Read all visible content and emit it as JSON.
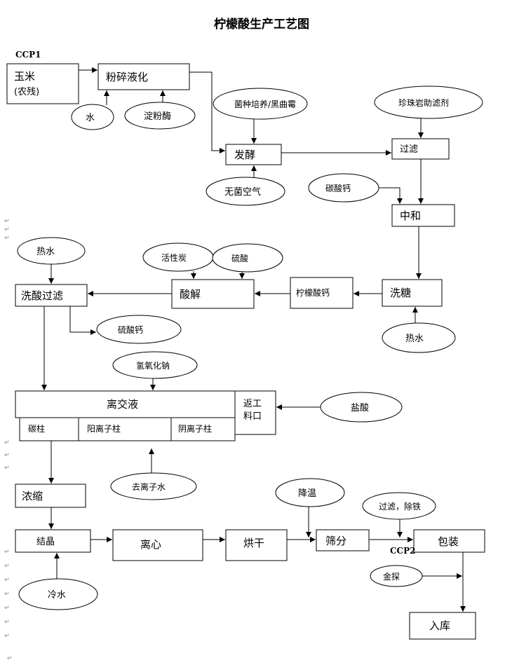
{
  "title": "柠檬酸生产工艺图",
  "ccp1": "CCP1",
  "ccp2": "CCP2",
  "paragraph_mark": "↵",
  "nodes": {
    "corn_1": "玉米",
    "corn_2": "(农残)",
    "grind": "粉碎液化",
    "water1": "水",
    "amylase": "淀粉酶",
    "culture": "菌种培养/黑曲霉",
    "ferment": "发酵",
    "air": "无菌空气",
    "perlite": "珍珠岩助滤剂",
    "filter1": "过滤",
    "caco3": "碳酸钙",
    "neutral": "中和",
    "hotwater1": "热水",
    "carbon": "活性炭",
    "h2so4": "硫酸",
    "acidwash": "洗酸过滤",
    "acidolysis": "酸解",
    "ca_citrate": "柠檬酸钙",
    "sugarwash": "洗糖",
    "hotwater2": "热水",
    "caso4": "硫酸钙",
    "naoh": "氢氧化钠",
    "ionex": "离交液",
    "return_1": "返工",
    "return_2": "料口",
    "hcl": "盐酸",
    "col_carbon": "碳柱",
    "col_cation": "阳离子柱",
    "col_anion": "阴离子柱",
    "di_water": "去离子水",
    "concentrate": "浓缩",
    "cooling": "降温",
    "filter_fe": "过滤，除铁",
    "crystal": "结晶",
    "centrifuge": "离心",
    "dry": "烘干",
    "sieve": "筛分",
    "pack": "包装",
    "coldwater": "冷水",
    "metal": "金探",
    "store": "入库"
  }
}
